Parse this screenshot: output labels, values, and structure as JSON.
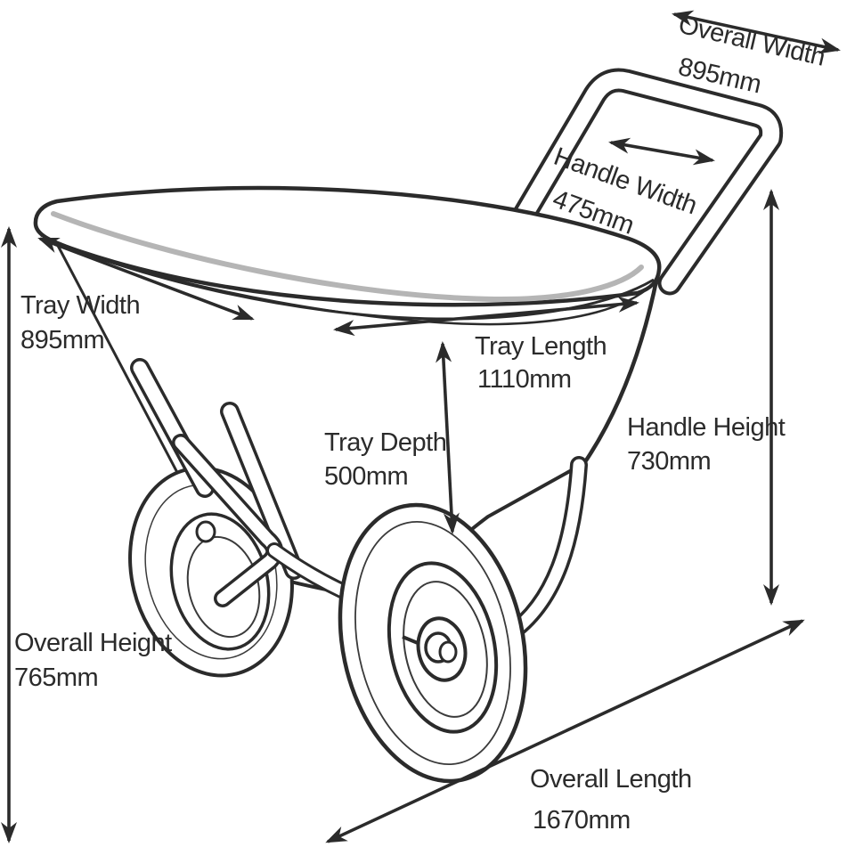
{
  "diagram": {
    "type": "product-dimension-diagram",
    "subject": "wheelbarrow-garden-cart",
    "background_color": "#ffffff",
    "line_color": "#2b2b2b",
    "accent_color": "#b5b5b5",
    "dimensions": {
      "overall_width": {
        "label": "Overall Width",
        "value": "895mm"
      },
      "handle_width": {
        "label": "Handle Width",
        "value": "475mm"
      },
      "tray_width": {
        "label": "Tray Width",
        "value": "895mm"
      },
      "tray_length": {
        "label": "Tray Length",
        "value": "1110mm"
      },
      "tray_depth": {
        "label": "Tray Depth",
        "value": "500mm"
      },
      "handle_height": {
        "label": "Handle Height",
        "value": "730mm"
      },
      "overall_height": {
        "label": "Overall Height",
        "value": "765mm"
      },
      "overall_length": {
        "label": "Overall Length",
        "value": "1670mm"
      }
    }
  }
}
